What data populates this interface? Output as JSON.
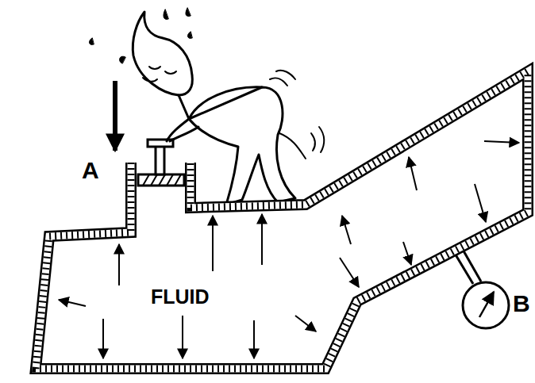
{
  "diagram": {
    "nodes": [
      {
        "text": [
          "FLUID"
        ]
      }
    ],
    "labels": [
      "A",
      "B"
    ]
  }
}
